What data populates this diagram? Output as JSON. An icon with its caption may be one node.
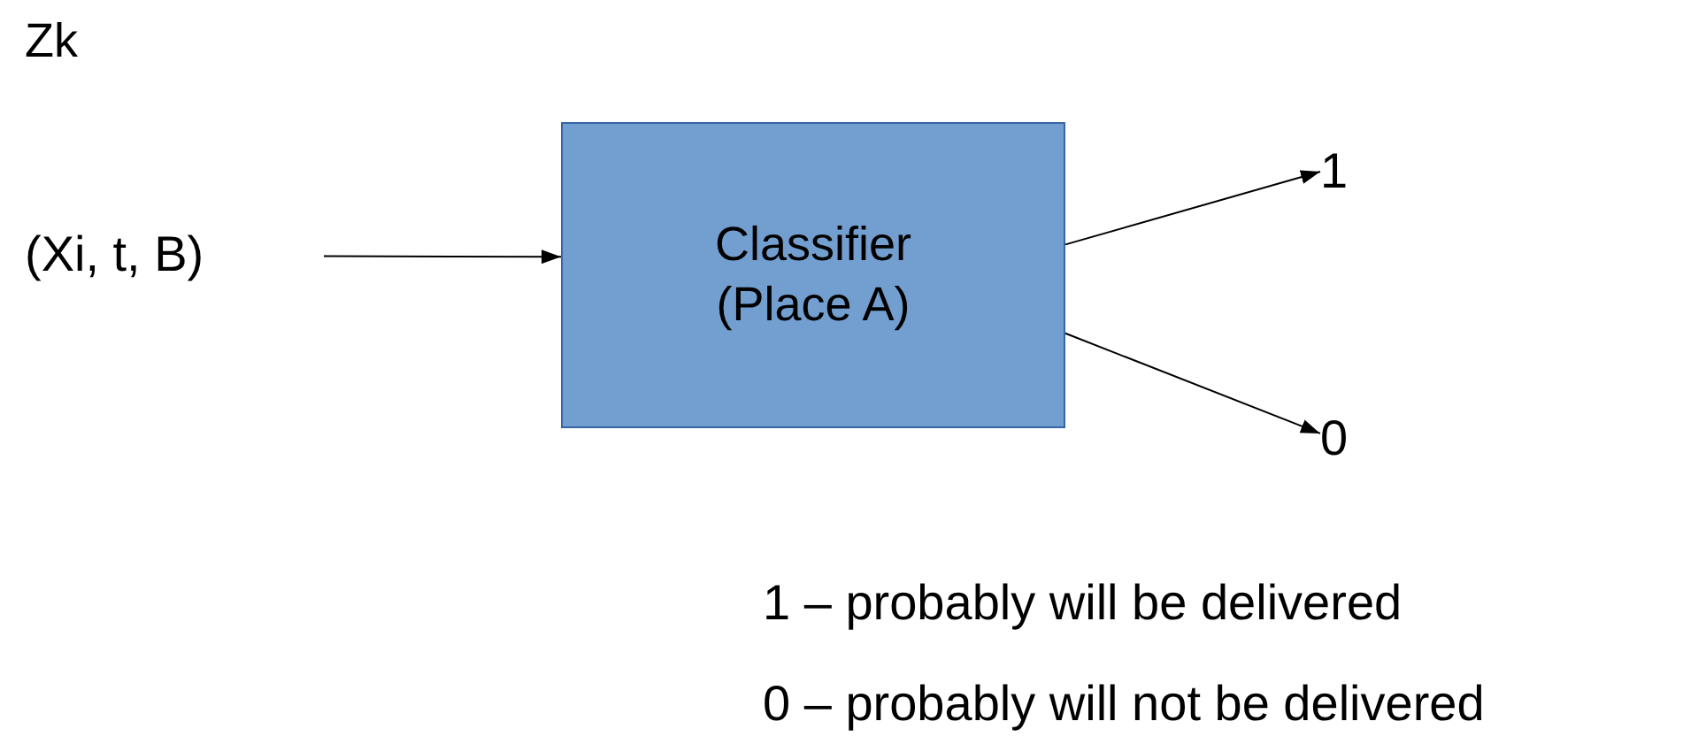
{
  "diagram": {
    "nodes": [
      {
        "text": [
          "(Xi, t, B)"
        ]
      },
      {
        "text": [
          "Classifier (Place A)"
        ]
      },
      {
        "text": [
          "1"
        ]
      },
      {
        "text": [
          "0"
        ]
      }
    ],
    "edges": [
      {
        "from": 0,
        "to": 1,
        "arrow": "to"
      },
      {
        "from": 1,
        "to": 2,
        "arrow": "to"
      },
      {
        "from": 1,
        "to": 3,
        "arrow": "to"
      }
    ],
    "labels": [
      "Zk",
      "1 – probably will be delivered",
      "0 – probably will not be delivered"
    ]
  }
}
